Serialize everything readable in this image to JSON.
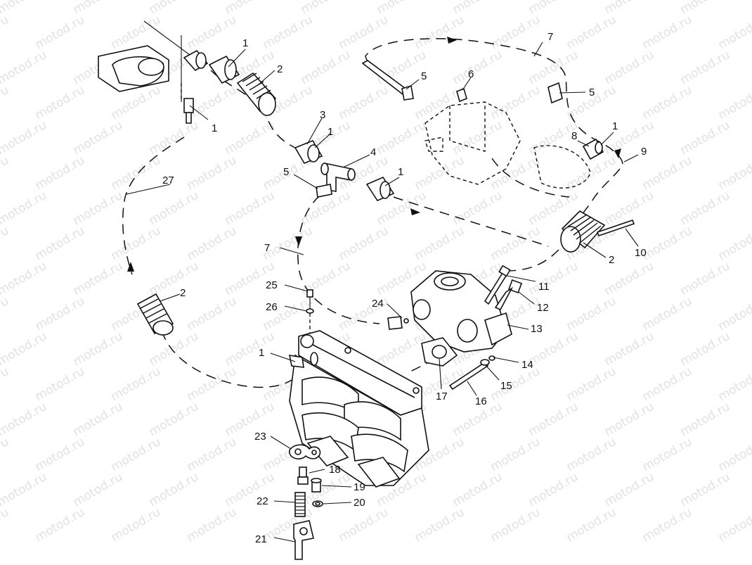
{
  "watermark": {
    "text": "motod.ru"
  },
  "callouts": {
    "c1a": "1",
    "c1b": "1",
    "c1c": "1",
    "c1d": "1",
    "c1e": "1",
    "c1f": "1",
    "c2a": "2",
    "c2b": "2",
    "c2c": "2",
    "c3": "3",
    "c4": "4",
    "c5a": "5",
    "c5b": "5",
    "c5c": "5",
    "c6": "6",
    "c7a": "7",
    "c7b": "7",
    "c8": "8",
    "c9": "9",
    "c10": "10",
    "c11": "11",
    "c12": "12",
    "c13": "13",
    "c14": "14",
    "c15": "15",
    "c16": "16",
    "c17": "17",
    "c18": "18",
    "c19": "19",
    "c20": "20",
    "c21": "21",
    "c22": "22",
    "c23": "23",
    "c24": "24",
    "c25": "25",
    "c26": "26",
    "c27": "27"
  }
}
